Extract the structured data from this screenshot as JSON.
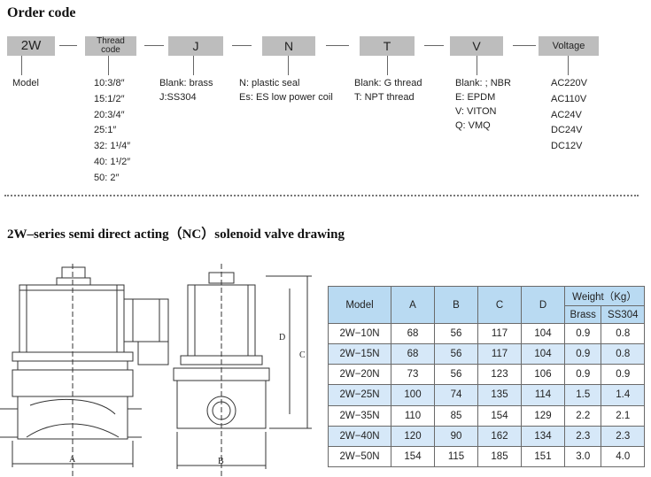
{
  "order": {
    "title": "Order code",
    "boxes": [
      "2W",
      "Thread code",
      "J",
      "N",
      "T",
      "V",
      "Voltage"
    ],
    "model_label": "Model",
    "thread_sizes": [
      "10:3/8″",
      "15:1/2″",
      "20:3/4″",
      "25:1″",
      "32: 1¹/4″",
      "40: 1¹/2″",
      "50: 2″"
    ],
    "body_material": [
      "Blank: brass",
      "J:SS304"
    ],
    "seal_type": [
      "N: plastic seal",
      "Es: ES low power coil"
    ],
    "thread_type": [
      "Blank: G thread",
      "T: NPT thread"
    ],
    "seal_material": [
      "Blank: ; NBR",
      "E: EPDM",
      "V: VITON",
      "Q:   VMQ"
    ],
    "voltages": [
      "AC220V",
      "AC110V",
      "AC24V",
      "DC24V",
      "DC12V"
    ]
  },
  "drawing": {
    "title": "2W–series semi direct acting（NC）solenoid valve drawing",
    "dim_labels": {
      "a": "A",
      "b": "B",
      "c": "C",
      "d": "D"
    }
  },
  "table": {
    "headers": {
      "model": "Model",
      "a": "A",
      "b": "B",
      "c": "C",
      "d": "D",
      "weight": "Weight（Kg）",
      "brass": "Brass",
      "ss304": "SS304"
    },
    "rows": [
      [
        "2W−10N",
        "68",
        "56",
        "117",
        "104",
        "0.9",
        "0.8"
      ],
      [
        "2W−15N",
        "68",
        "56",
        "117",
        "104",
        "0.9",
        "0.8"
      ],
      [
        "2W−20N",
        "73",
        "56",
        "123",
        "106",
        "0.9",
        "0.9"
      ],
      [
        "2W−25N",
        "100",
        "74",
        "135",
        "114",
        "1.5",
        "1.4"
      ],
      [
        "2W−35N",
        "110",
        "85",
        "154",
        "129",
        "2.2",
        "2.1"
      ],
      [
        "2W−40N",
        "120",
        "90",
        "162",
        "134",
        "2.3",
        "2.3"
      ],
      [
        "2W−50N",
        "154",
        "115",
        "185",
        "151",
        "3.0",
        "4.0"
      ]
    ]
  }
}
